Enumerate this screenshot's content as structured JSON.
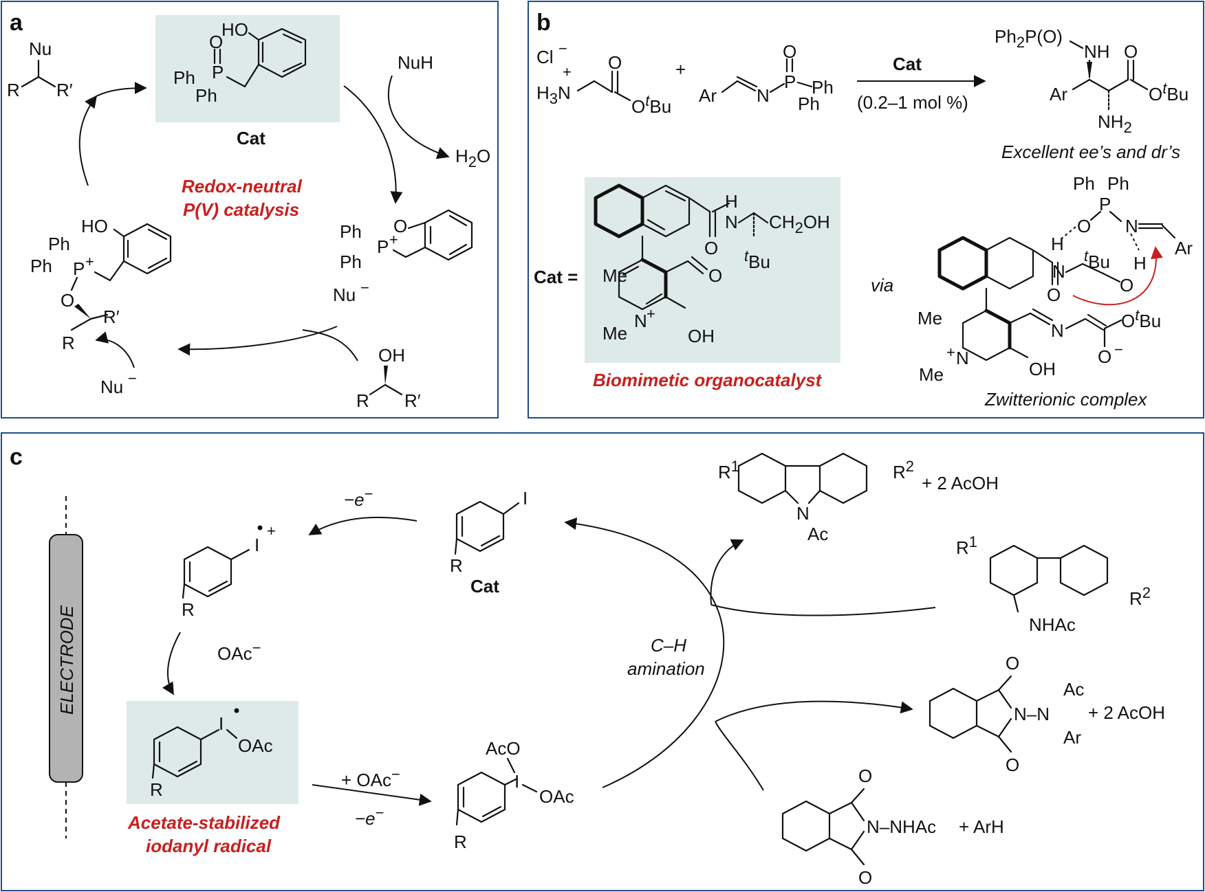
{
  "panels": {
    "a": "a",
    "b": "b",
    "c": "c"
  },
  "a": {
    "cat_label": "Cat",
    "title_line1": "Redox-neutral",
    "title_line2": "P(V) catalysis",
    "nuh": "NuH",
    "water": "H",
    "water_sub": "2",
    "water_end": "O",
    "nu_minus_1": "Nu",
    "nu_minus_2": "Nu",
    "minus": "−",
    "ph": "Ph",
    "p": "P",
    "plus": "+",
    "o": "O",
    "ho": "HO",
    "oh": "OH",
    "r": "R",
    "rprime": "R′",
    "nu": "Nu"
  },
  "b": {
    "cl": "Cl",
    "h3n": "H",
    "h3n_sub": "3",
    "h3n_n": "N",
    "otbu": "O",
    "tbu_t": "t",
    "tbu_bu": "Bu",
    "ar": "Ar",
    "n": "N",
    "reagent_cat": "Cat",
    "conditions": "(0.2–1 mol %)",
    "product_p": "Ph",
    "product_p_sub": "2",
    "product_p_end": "P(O)",
    "nh": "NH",
    "nh2": "NH",
    "nh2_sub": "2",
    "result": "Excellent ee’s and dr’s",
    "cat_eq": "Cat =",
    "me": "Me",
    "ch2oh": "CH",
    "ch2oh_sub": "2",
    "ch2oh_end": "OH",
    "h": "H",
    "biomimetic": "Biomimetic organocatalyst",
    "via": "via",
    "zwitterionic": "Zwitterionic complex"
  },
  "c": {
    "minus_e": "−e",
    "electrode": "ELECTRODE",
    "cat_label": "Cat",
    "i": "I",
    "oac": "OAc",
    "aco": "AcO",
    "oac_minus": "OAc",
    "plus_oac": "+ OAc",
    "minus_e2": "−e",
    "radical_line1": "Acetate-stabilized",
    "radical_line2": "iodanyl radical",
    "ch_line1": "C–H",
    "ch_line2": "amination",
    "r1": "R",
    "r1_sup": "1",
    "r2": "R",
    "r2_sup": "2",
    "ac": "Ac",
    "plus_acoh": "+ 2 AcOH",
    "nhac": "NHAc",
    "n_nhac": "N–NHAc",
    "plus_arh": "+  ArH",
    "o": "O",
    "n": "N",
    "ar": "Ar",
    "r": "R"
  }
}
